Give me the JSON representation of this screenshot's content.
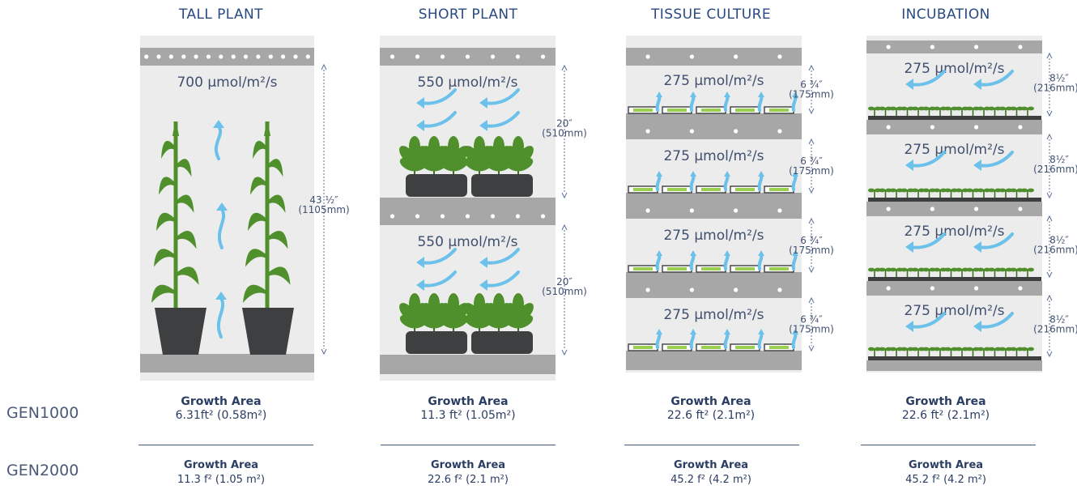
{
  "columns": [
    {
      "title": "TALL PLANT",
      "shelves": [
        {
          "light": "700 µmol/m²/s",
          "height": "43 ½″",
          "height_mm": "(1105mm)"
        }
      ],
      "gen1000": {
        "label": "Growth Area",
        "value": "6.31ft² (0.58m²)"
      },
      "gen2000": {
        "label": "Growth Area",
        "value": "11.3 f² (1.05 m²)"
      }
    },
    {
      "title": "SHORT PLANT",
      "shelves": [
        {
          "light": "550 µmol/m²/s",
          "height": "20″",
          "height_mm": "(510mm)"
        },
        {
          "light": "550 µmol/m²/s",
          "height": "20″",
          "height_mm": "(510mm)"
        }
      ],
      "gen1000": {
        "label": "Growth Area",
        "value": "11.3 ft² (1.05m²)"
      },
      "gen2000": {
        "label": "Growth Area",
        "value": "22.6 f² (2.1 m²)"
      }
    },
    {
      "title": "TISSUE CULTURE",
      "shelves": [
        {
          "light": "275 µmol/m²/s",
          "height": "6 ¾″",
          "height_mm": "(175mm)"
        },
        {
          "light": "275 µmol/m²/s",
          "height": "6 ¾″",
          "height_mm": "(175mm)"
        },
        {
          "light": "275 µmol/m²/s",
          "height": "6 ¾″",
          "height_mm": "(175mm)"
        },
        {
          "light": "275 µmol/m²/s",
          "height": "6 ¾″",
          "height_mm": "(175mm)"
        }
      ],
      "gen1000": {
        "label": "Growth Area",
        "value": "22.6 ft² (2.1m²)"
      },
      "gen2000": {
        "label": "Growth Area",
        "value": "45.2 f² (4.2 m²)"
      }
    },
    {
      "title": "INCUBATION",
      "shelves": [
        {
          "light": "275 µmol/m²/s",
          "height": "8½″",
          "height_mm": "(216mm)"
        },
        {
          "light": "275 µmol/m²/s",
          "height": "8½″",
          "height_mm": "(216mm)"
        },
        {
          "light": "275 µmol/m²/s",
          "height": "8½″",
          "height_mm": "(216mm)"
        },
        {
          "light": "275 µmol/m²/s",
          "height": "8½″",
          "height_mm": "(216mm)"
        }
      ],
      "gen1000": {
        "label": "Growth Area",
        "value": "22.6 ft² (2.1m²)"
      },
      "gen2000": {
        "label": "Growth Area",
        "value": "45.2 f² (4.2 m²)"
      }
    }
  ],
  "rows": {
    "gen1000": "GEN1000",
    "gen2000": "GEN2000"
  },
  "colors": {
    "header": "#284a82",
    "chamber": "#ececec",
    "shelf": "#a7a7a7",
    "pot": "#3d3f41",
    "leaf": "#4f8f2c",
    "airflow": "#6cc1ea",
    "text": "#3f4f6e",
    "dim": "#5a6f96",
    "culture": "#9bcf4f"
  }
}
